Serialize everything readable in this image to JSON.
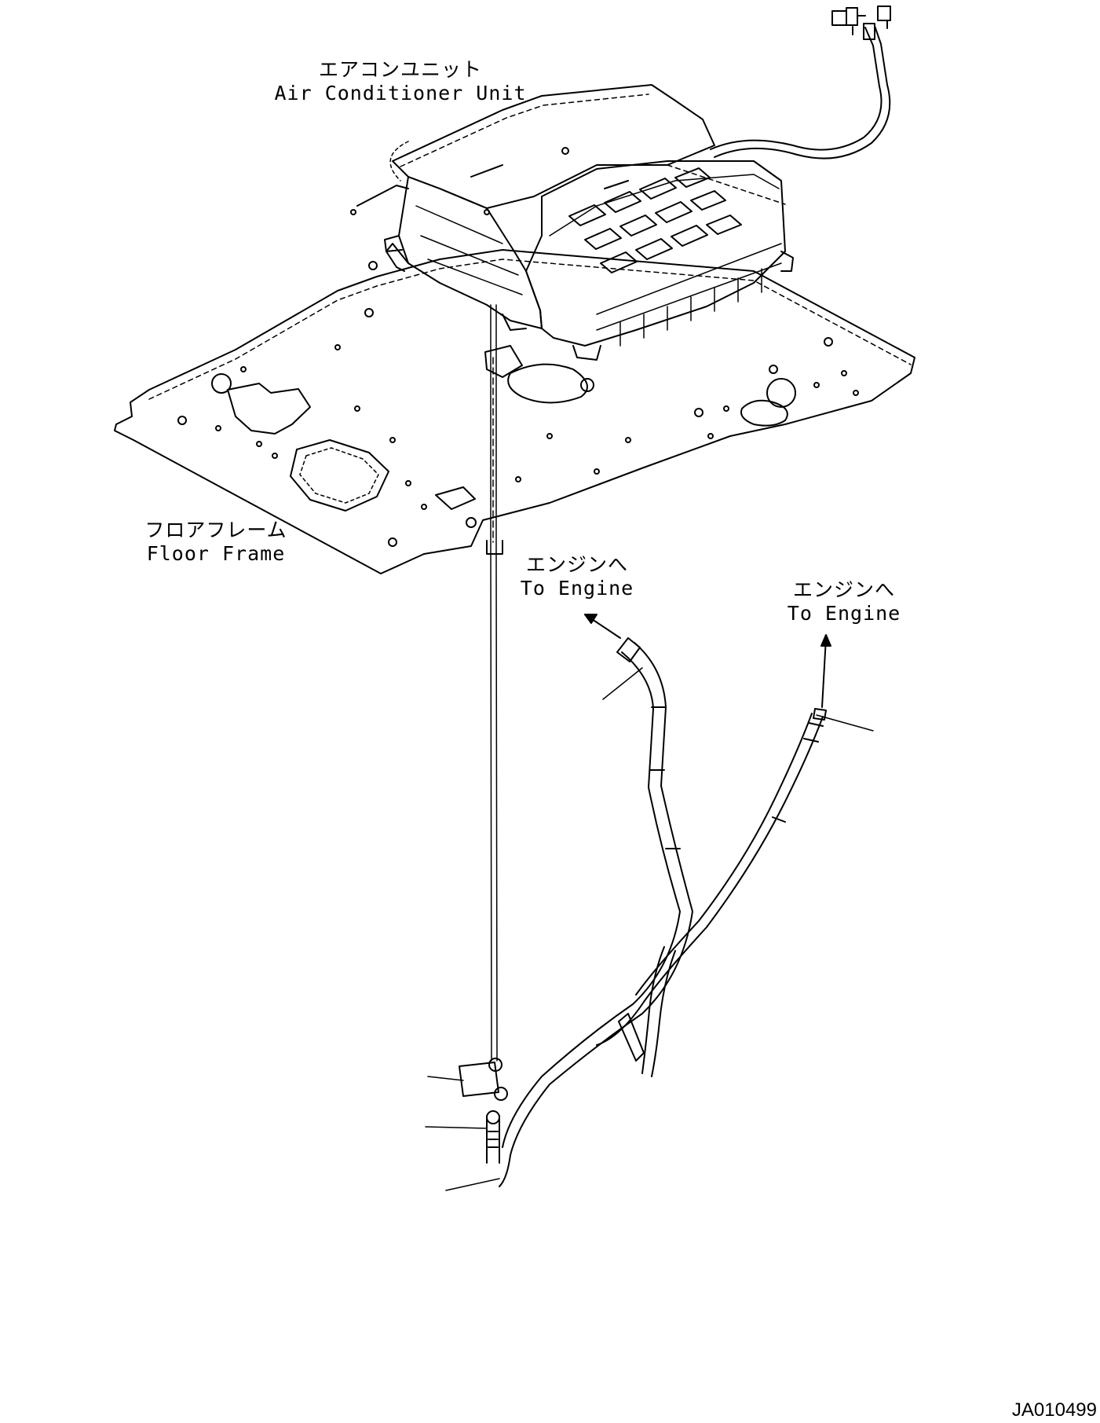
{
  "labels": {
    "ac_unit": {
      "jp": "エアコンユニット",
      "en": "Air Conditioner Unit"
    },
    "floor_frame": {
      "jp": "フロアフレーム",
      "en": "Floor Frame"
    },
    "to_engine_1": {
      "jp": "エンジンへ",
      "en": "To Engine"
    },
    "to_engine_2": {
      "jp": "エンジンへ",
      "en": "To Engine"
    }
  },
  "drawing_code": "JA010499"
}
